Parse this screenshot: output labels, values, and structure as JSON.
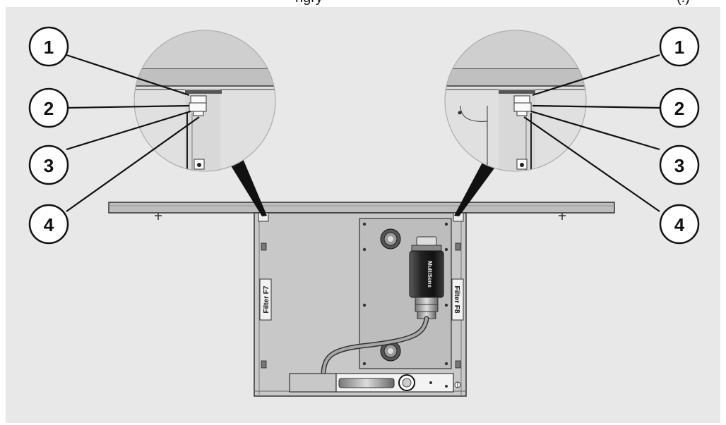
{
  "caption": {
    "left_fragment": "ngry",
    "right_fragment": "(.)"
  },
  "callouts": {
    "left": [
      "1",
      "2",
      "3",
      "4"
    ],
    "right": [
      "1",
      "2",
      "3",
      "4"
    ]
  },
  "filter_labels": {
    "left": "Filter F7",
    "right": "Filter F8"
  },
  "product_brand": "MultiSens"
}
